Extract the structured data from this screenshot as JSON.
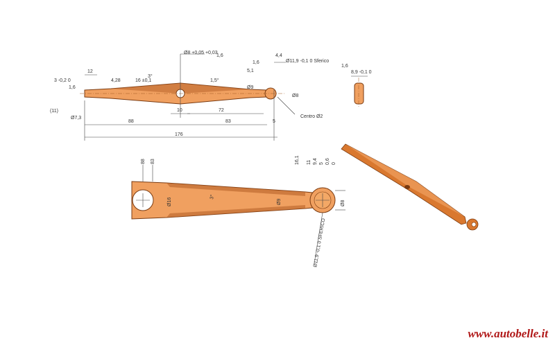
{
  "top_view": {
    "dims": [
      "Ø8 +0,05 +0,03",
      "1,6",
      "4,4",
      "1,6",
      "5,1",
      "Ø11,9 -0,1 0 Sferico",
      "12",
      "4,28",
      "16 ±0,1",
      "3°",
      "1,5°",
      "3 -0,2 0",
      "1,6",
      "Ø9",
      "Ø8",
      "(11)",
      "Ø7,3",
      "10",
      "72",
      "88",
      "83",
      "5",
      "176",
      "Centro Ø2"
    ]
  },
  "side_view": {
    "dims": [
      "1,6",
      "8,9 -0,1 0"
    ]
  },
  "detail_view": {
    "dims": [
      "88",
      "83",
      "Ø16",
      "3°",
      "Ø9",
      "16,1",
      "11",
      "9,4",
      "5",
      "0,6",
      "0",
      "Ø8",
      "Ø11,9 -0,1 0 SFERICO"
    ]
  },
  "watermark": "www.autobelle.it"
}
